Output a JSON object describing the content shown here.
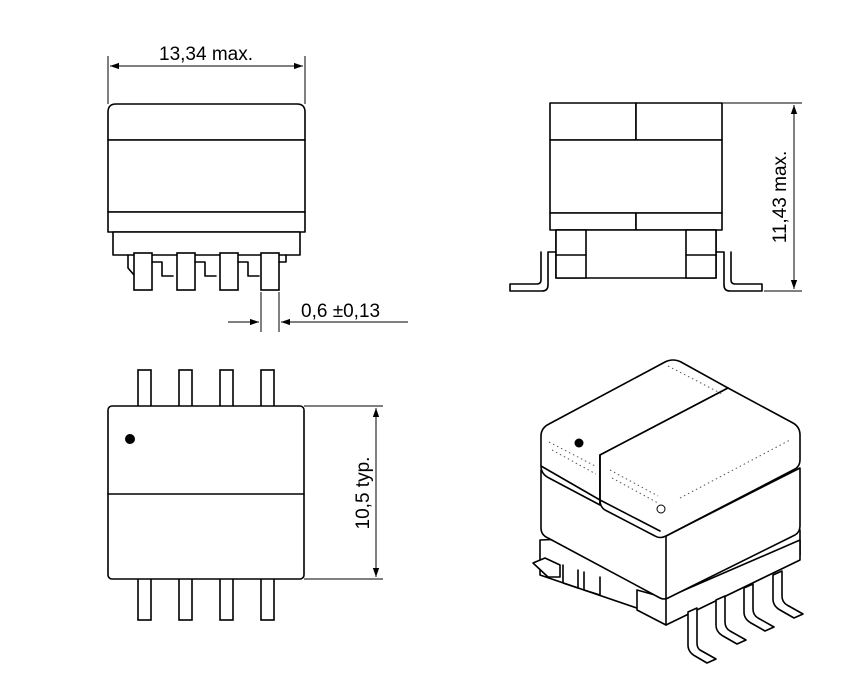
{
  "dimensions": {
    "width_label": "13,34  max.",
    "pin_width_label": "0,6 ±0,13",
    "height_label": "11,43  max.",
    "depth_label": "10,5  typ."
  },
  "views": {
    "front": "front-view",
    "side": "side-view",
    "top": "top-view",
    "iso": "isometric-view"
  },
  "colors": {
    "line": "#000000",
    "background": "#ffffff"
  }
}
